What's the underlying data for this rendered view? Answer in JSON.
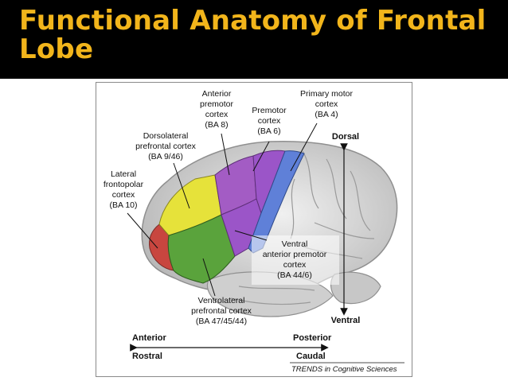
{
  "slide": {
    "title": "Functional Anatomy of Frontal\nLobe"
  },
  "figure": {
    "regions": {
      "anterior_premotor": [
        "Anterior",
        "premotor",
        "cortex",
        "(BA 8)"
      ],
      "premotor": [
        "Premotor",
        "cortex",
        "(BA 6)"
      ],
      "primary_motor": [
        "Primary motor",
        "cortex",
        "(BA 4)"
      ],
      "dorsolateral": [
        "Dorsolateral",
        "prefrontal cortex",
        "(BA 9/46)"
      ],
      "frontopolar": [
        "Lateral",
        "frontopolar",
        "cortex",
        "(BA 10)"
      ],
      "ventral_anterior_premotor": [
        "Ventral",
        "anterior premotor",
        "cortex",
        "(BA 44/6)"
      ],
      "ventrolateral": [
        "Ventrolateral",
        "prefrontal cortex",
        "(BA 47/45/44)"
      ]
    },
    "orientation": {
      "dorsal": "Dorsal",
      "ventral": "Ventral",
      "anterior": "Anterior",
      "posterior": "Posterior",
      "rostral": "Rostral",
      "caudal": "Caudal"
    },
    "source": "TRENDS in Cognitive Sciences",
    "colors": {
      "title": "#f2b51b",
      "frontopolar": "#c8463f",
      "dorsolateral": "#e6e23a",
      "ventrolateral": "#5aa33c",
      "anterior_premotor": "#a35cc4",
      "premotor": "#9b55c8",
      "primary_motor": "#5f80d8",
      "brain": "#d9d9d9"
    }
  }
}
